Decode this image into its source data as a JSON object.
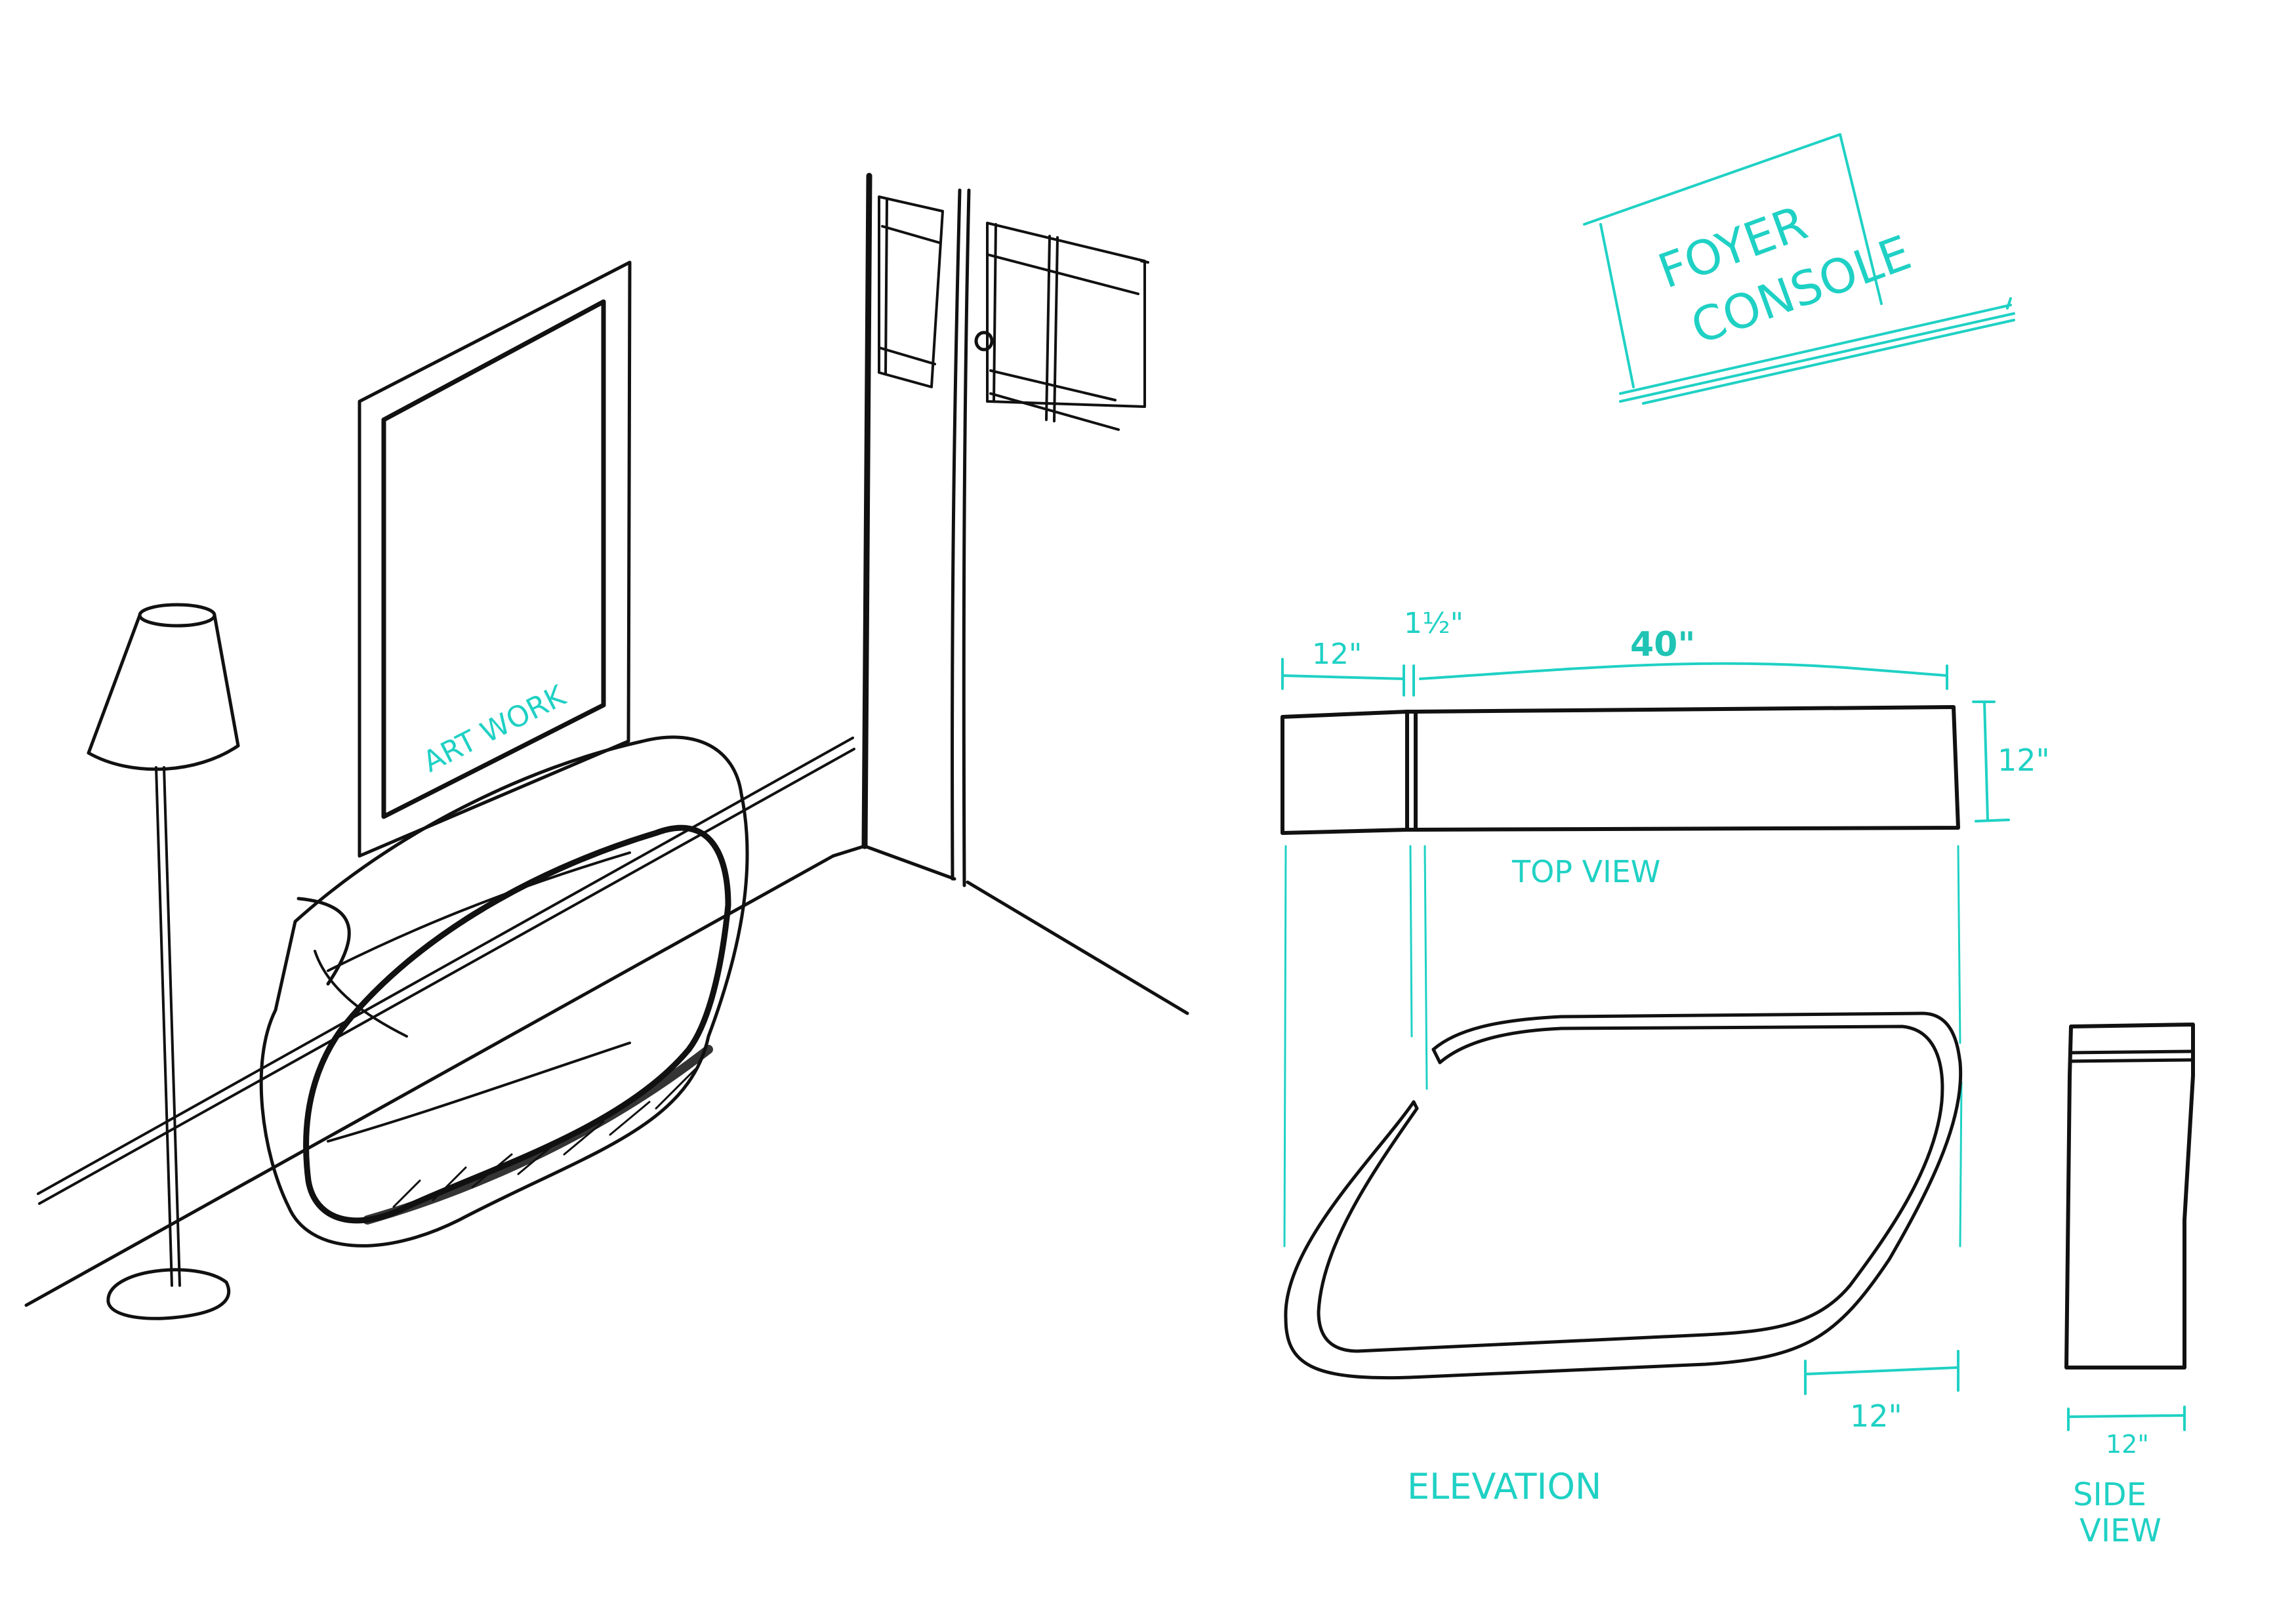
{
  "sheet": {
    "title": "FOYER CONSOLE",
    "title_line1": "FOYER",
    "title_line2": "CONSOLE",
    "ink_color": "#111111",
    "annotation_color": "#1fd1c4",
    "background": "#ffffff"
  },
  "perspective": {
    "artwork_label": "ART WORK",
    "elements": [
      "floor-lamp",
      "framed-artwork",
      "foyer-console",
      "paneled-door",
      "baseboard"
    ]
  },
  "top_view": {
    "label": "TOP VIEW",
    "dim_left": "12\"",
    "dim_gap": "1½\"",
    "dim_main": "40\"",
    "dim_depth": "12\""
  },
  "elevation": {
    "label": "ELEVATION",
    "dim_foot": "12\""
  },
  "side_view": {
    "label_line1": "SIDE",
    "label_line2": "VIEW",
    "dim_width": "12\""
  }
}
